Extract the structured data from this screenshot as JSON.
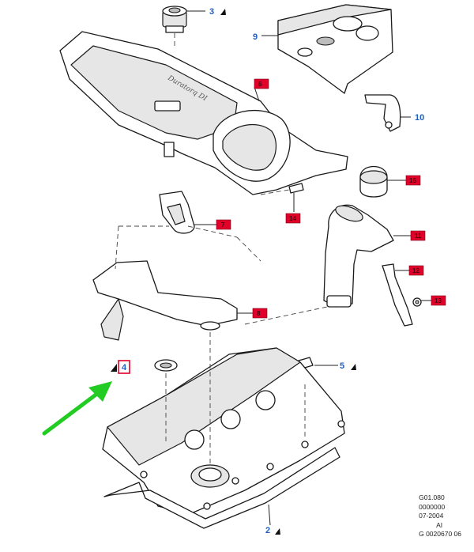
{
  "callouts": {
    "c2": "2",
    "c3": "3",
    "c4": "4",
    "c5": "5",
    "c9": "9",
    "c10": "10"
  },
  "red_tags": [
    "6",
    "7",
    "8",
    "11",
    "12",
    "13",
    "14",
    "15"
  ],
  "engine_cover_text": "Duratorq DI",
  "reference": {
    "line1": "G01.080",
    "line2": "0000000",
    "line3": "07-2004",
    "line4": "AI",
    "line5": "G 0020670 06"
  },
  "colors": {
    "callout_blue": "#1f5fbf",
    "tag_red": "#e0002a",
    "arrow_green": "#22cc22"
  }
}
